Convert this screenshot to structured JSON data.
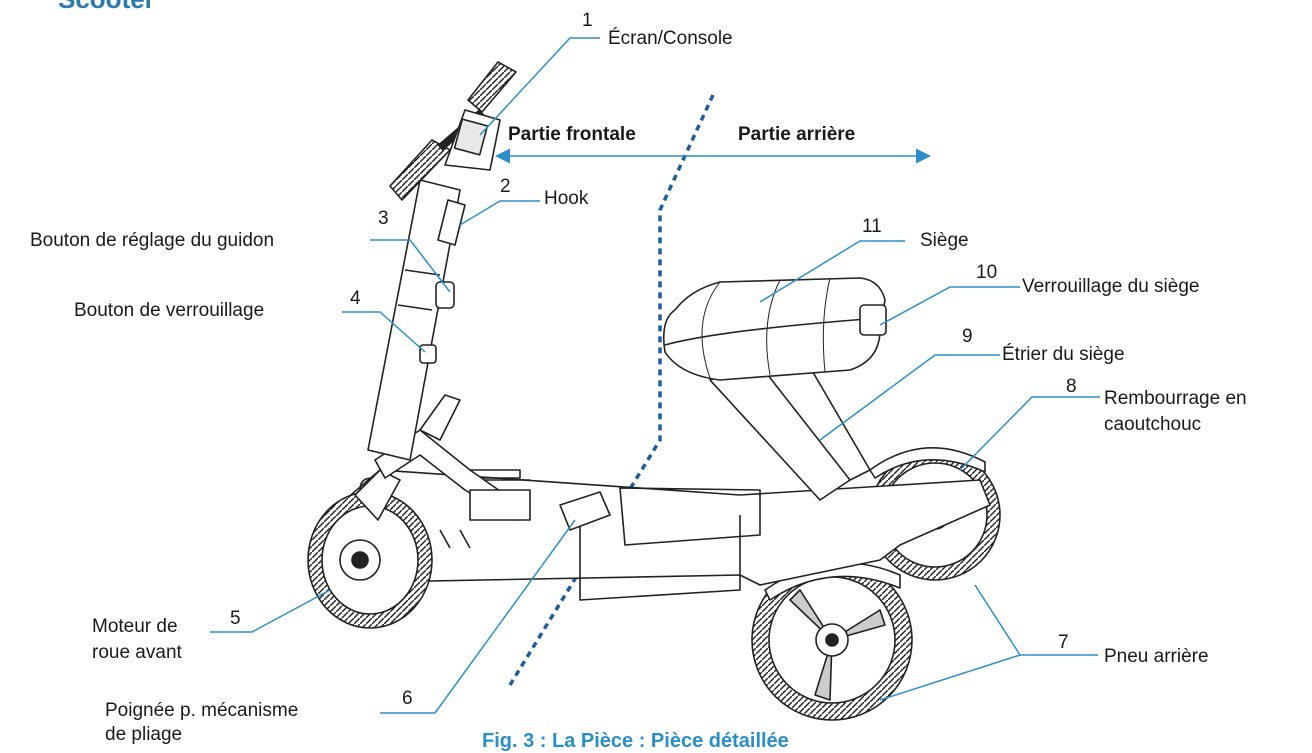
{
  "heading": "Scooter",
  "caption": "Fig. 3 : La Pièce : Pièce détaillée",
  "section_labels": {
    "front": "Partie frontale",
    "rear": "Partie arrière"
  },
  "colors": {
    "leader": "#2a8fc8",
    "divider": "#1f5e9e",
    "ink": "#1a1a1a",
    "heading": "#2a7ab0"
  },
  "callouts": [
    {
      "number": "1",
      "label": "Écran/Console"
    },
    {
      "number": "2",
      "label": "Hook"
    },
    {
      "number": "3",
      "label": "Bouton de réglage du guidon"
    },
    {
      "number": "4",
      "label": "Bouton de verrouillage"
    },
    {
      "number": "5",
      "label": "Moteur de",
      "label2": "roue avant"
    },
    {
      "number": "6",
      "label": "Poignée p. mécanisme",
      "label2": "de pliage"
    },
    {
      "number": "7",
      "label": "Pneu arrière"
    },
    {
      "number": "8",
      "label": "Rembourrage en",
      "label2": "caoutchouc"
    },
    {
      "number": "9",
      "label": "Étrier du siège"
    },
    {
      "number": "10",
      "label": "Verrouillage du siège"
    },
    {
      "number": "11",
      "label": "Siège"
    }
  ]
}
